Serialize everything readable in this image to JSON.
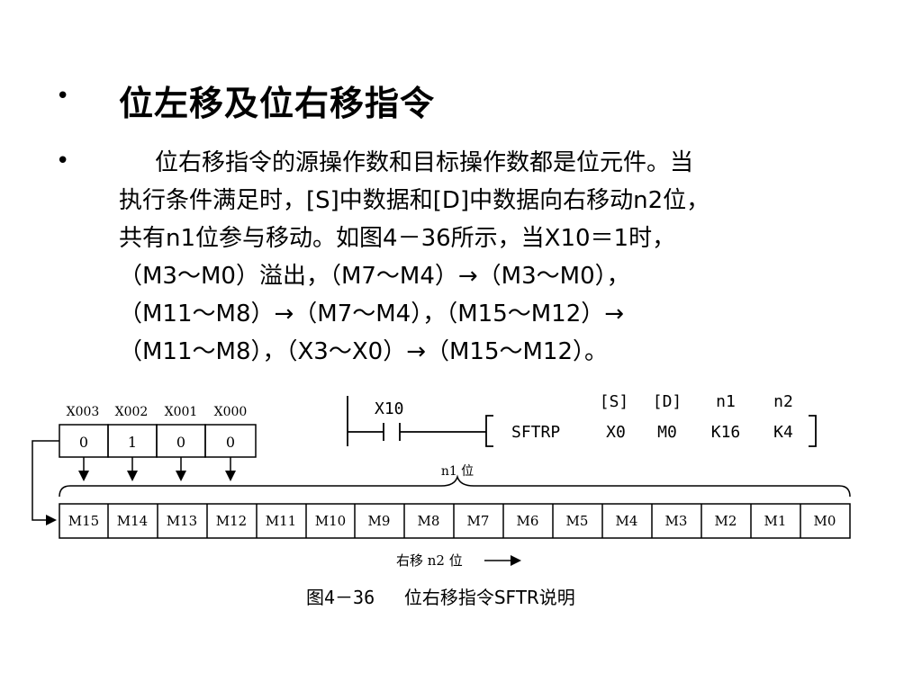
{
  "slide": {
    "bullet": "•",
    "title": "位左移及位右移指令",
    "body_lines": [
      "位右移指令的源操作数和目标操作数都是位元件。当",
      "执行条件满足时，[S]中数据和[D]中数据向右移动n2位，",
      "共有n1位参与移动。如图4－36所示，当X10＝1时，",
      "（M3～M0）溢出，（M7～M4）→（M3～M0），",
      "（M11～M8）→（M7～M4），（M15～M12）→",
      "（M11～M8），（X3～X0）→（M15～M12）。"
    ]
  },
  "diagram": {
    "x_labels": [
      "X003",
      "X002",
      "X001",
      "X000"
    ],
    "x_values": [
      "0",
      "1",
      "0",
      "0"
    ],
    "n1_label": "n1 位",
    "m_cells": [
      "M15",
      "M14",
      "M13",
      "M12",
      "M11",
      "M10",
      "M9",
      "M8",
      "M7",
      "M6",
      "M5",
      "M4",
      "M3",
      "M2",
      "M1",
      "M0"
    ],
    "shift_label": "右移 n2 位",
    "ladder": {
      "contact": "X10",
      "instr": "SFTRP",
      "operand_headers": [
        "[S]",
        "[D]",
        "n1",
        "n2"
      ],
      "operands": [
        "X0",
        "M0",
        "K16",
        "K4"
      ]
    },
    "caption_prefix": "图4－36",
    "caption_text": "位右移指令SFTR说明"
  }
}
